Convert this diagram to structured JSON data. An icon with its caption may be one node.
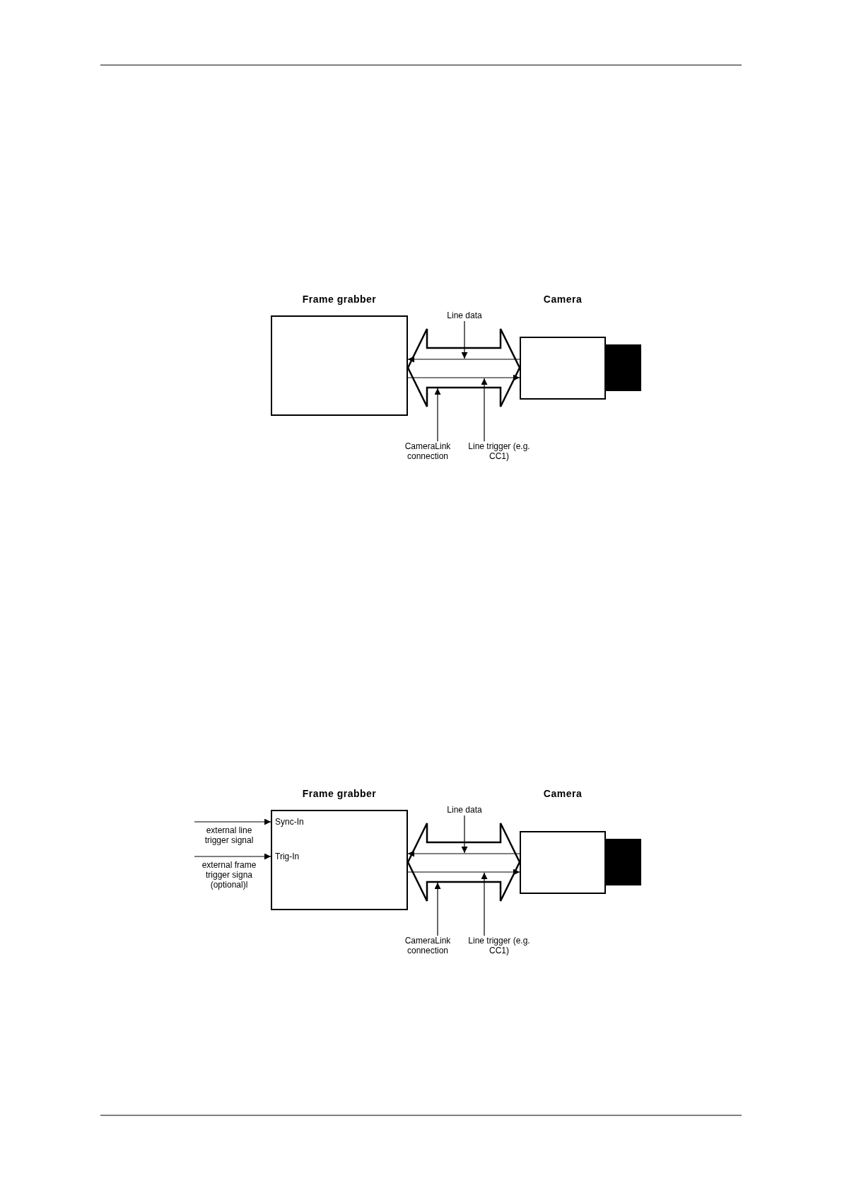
{
  "diagram": {
    "nodes": [
      {
        "text": [
          "Frame grabber"
        ]
      },
      {
        "text": [
          "Camera"
        ]
      },
      {
        "text": [
          "Line data"
        ]
      },
      {
        "text": [
          "CameraLink connection"
        ]
      },
      {
        "text": [
          "Line trigger (e.g. CC1)"
        ]
      },
      {
        "text": [
          "Frame grabber",
          "Sync-In",
          "Trig-In"
        ]
      },
      {
        "text": [
          "Camera"
        ]
      },
      {
        "text": [
          "Line data"
        ]
      },
      {
        "text": [
          "CameraLink connection"
        ]
      },
      {
        "text": [
          "Line trigger (e.g. CC1)"
        ]
      }
    ],
    "edges": [
      {
        "from": 0,
        "to": 1,
        "arrow": "both",
        "style": "thick"
      },
      {
        "from": 1,
        "to": 0,
        "arrow": "to"
      },
      {
        "from": 0,
        "to": 1,
        "arrow": "to"
      },
      {
        "from": 2,
        "to": null,
        "arrow": "to"
      },
      {
        "from": 3,
        "to": null,
        "arrow": "to"
      },
      {
        "from": 4,
        "to": null,
        "arrow": "to"
      },
      {
        "from": null,
        "to": 5,
        "arrow": "to",
        "label": "external line trigger signal"
      },
      {
        "from": null,
        "to": 5,
        "arrow": "to",
        "label": "external frame trigger signa (optional)l"
      },
      {
        "from": 5,
        "to": 6,
        "arrow": "both",
        "style": "thick"
      },
      {
        "from": 6,
        "to": 5,
        "arrow": "to"
      },
      {
        "from": 5,
        "to": 6,
        "arrow": "to"
      },
      {
        "from": 7,
        "to": null,
        "arrow": "to"
      },
      {
        "from": 8,
        "to": null,
        "arrow": "to"
      },
      {
        "from": 9,
        "to": null,
        "arrow": "to"
      }
    ]
  }
}
